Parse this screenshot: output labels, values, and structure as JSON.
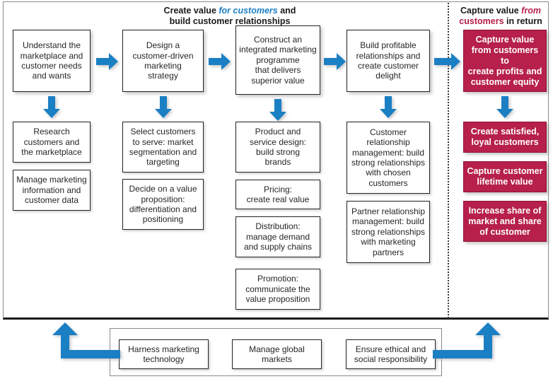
{
  "headers": {
    "left": {
      "line1_a": "Create value ",
      "line1_b": "for customers",
      "line1_c": " and",
      "line2": "build customer relationships"
    },
    "right": {
      "line1_a": "Capture value ",
      "line1_b": "from",
      "line2_a": "customers",
      "line2_b": " in return"
    }
  },
  "colors": {
    "accent_blue": "#1b7fc4",
    "accent_red": "#b6204a",
    "box_border": "#222222",
    "text": "#262626"
  },
  "process_row": [
    {
      "id": "step-1",
      "label": "Understand the\nmarketplace and\ncustomer needs\nand wants"
    },
    {
      "id": "step-2",
      "label": "Design a\ncustomer-driven\nmarketing\nstrategy"
    },
    {
      "id": "step-3",
      "label": "Construct an\nintegrated marketing\nprogramme\nthat delivers\nsuperior value"
    },
    {
      "id": "step-4",
      "label": "Build profitable\nrelationships and\ncreate customer\ndelight"
    },
    {
      "id": "step-5",
      "label": "Capture value\nfrom customers to\ncreate profits and\ncustomer equity"
    }
  ],
  "column_1": [
    {
      "id": "c1-1",
      "label": "Research\ncustomers and\nthe marketplace"
    },
    {
      "id": "c1-2",
      "label": "Manage marketing\ninformation and\ncustomer data"
    }
  ],
  "column_2": [
    {
      "id": "c2-1",
      "label": "Select customers\nto serve: market\nsegmentation and\ntargeting"
    },
    {
      "id": "c2-2",
      "label": "Decide on a value\nproposition:\ndifferentiation and\npositioning"
    }
  ],
  "column_3": [
    {
      "id": "c3-1",
      "label": "Product and\nservice design:\nbuild strong\nbrands"
    },
    {
      "id": "c3-2",
      "label": "Pricing:\ncreate real value"
    },
    {
      "id": "c3-3",
      "label": "Distribution:\nmanage demand\nand supply chains"
    },
    {
      "id": "c3-4",
      "label": "Promotion:\ncommunicate the\nvalue proposition"
    }
  ],
  "column_4": [
    {
      "id": "c4-1",
      "label": "Customer\nrelationship\nmanagement: build\nstrong relationships\nwith chosen\ncustomers"
    },
    {
      "id": "c4-2",
      "label": "Partner relationship\nmanagement: build\nstrong relationships\nwith marketing\npartners"
    }
  ],
  "column_5": [
    {
      "id": "c5-1",
      "label": "Create satisfied,\nloyal customers"
    },
    {
      "id": "c5-2",
      "label": "Capture customer\nlifetime value"
    },
    {
      "id": "c5-3",
      "label": "Increase share of\nmarket and share\nof customer"
    }
  ],
  "bottom_row": [
    {
      "id": "b-1",
      "label": "Harness marketing\ntechnology"
    },
    {
      "id": "b-2",
      "label": "Manage global\nmarkets"
    },
    {
      "id": "b-3",
      "label": "Ensure ethical and\nsocial responsibility"
    }
  ]
}
